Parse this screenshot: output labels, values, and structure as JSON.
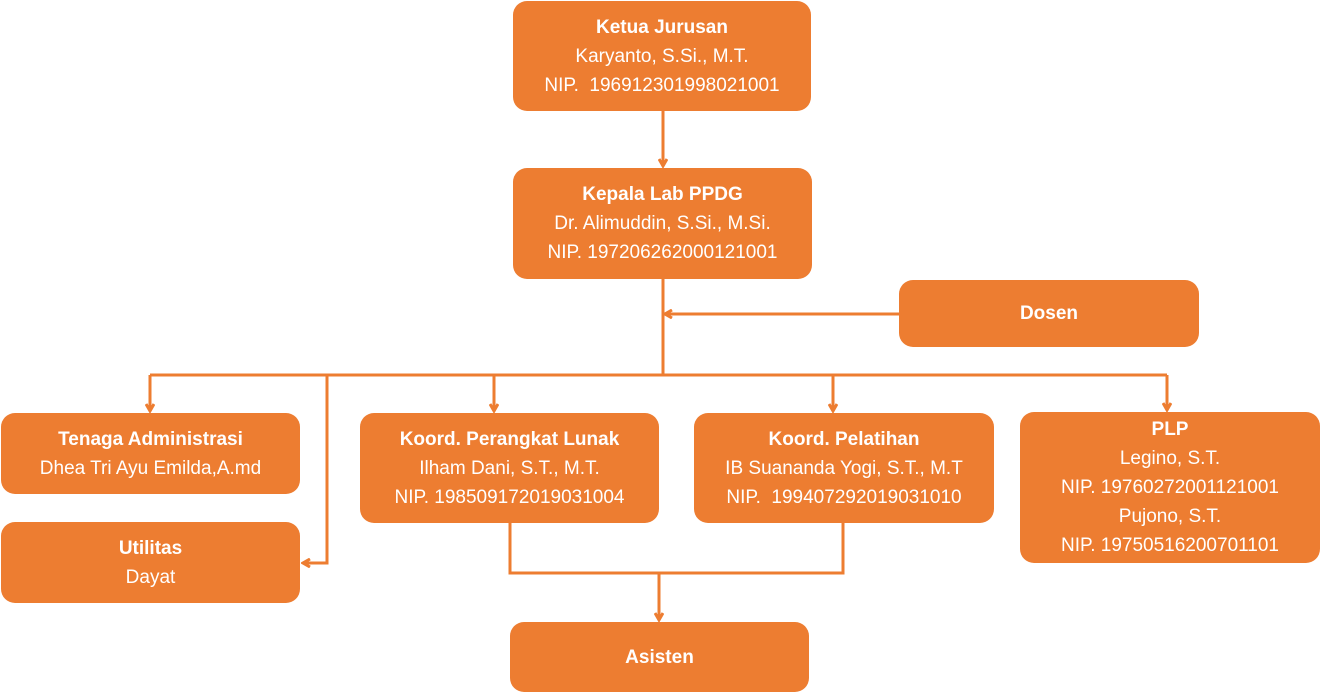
{
  "nodes": {
    "ketua": {
      "title": "Ketua Jurusan",
      "lines": [
        "Karyanto, S.Si., M.T.",
        "NIP.  196912301998021001"
      ]
    },
    "kepala": {
      "title": "Kepala Lab PPDG",
      "lines": [
        "Dr. Alimuddin, S.Si., M.Si.",
        "NIP. 197206262000121001"
      ]
    },
    "dosen": {
      "title": "Dosen",
      "lines": []
    },
    "tenaga": {
      "title": "Tenaga Administrasi",
      "lines": [
        "Dhea Tri Ayu Emilda,A.md"
      ]
    },
    "utilitas": {
      "title": "Utilitas",
      "lines": [
        "Dayat"
      ]
    },
    "koord_pl": {
      "title": "Koord. Perangkat Lunak",
      "lines": [
        "Ilham Dani, S.T., M.T.",
        "NIP. 198509172019031004"
      ]
    },
    "koord_pel": {
      "title": "Koord. Pelatihan",
      "lines": [
        "IB Suananda Yogi, S.T., M.T",
        "NIP.  199407292019031010"
      ]
    },
    "plp": {
      "title": "PLP",
      "lines": [
        "Legino, S.T.",
        "NIP. 19760272001121001",
        "Pujono, S.T.",
        "NIP. 19750516200701101"
      ]
    },
    "asisten": {
      "title": "Asisten",
      "lines": []
    }
  },
  "colors": {
    "box": "#ED7D31",
    "line": "#ED7D31",
    "text": "#FFFFFF"
  }
}
